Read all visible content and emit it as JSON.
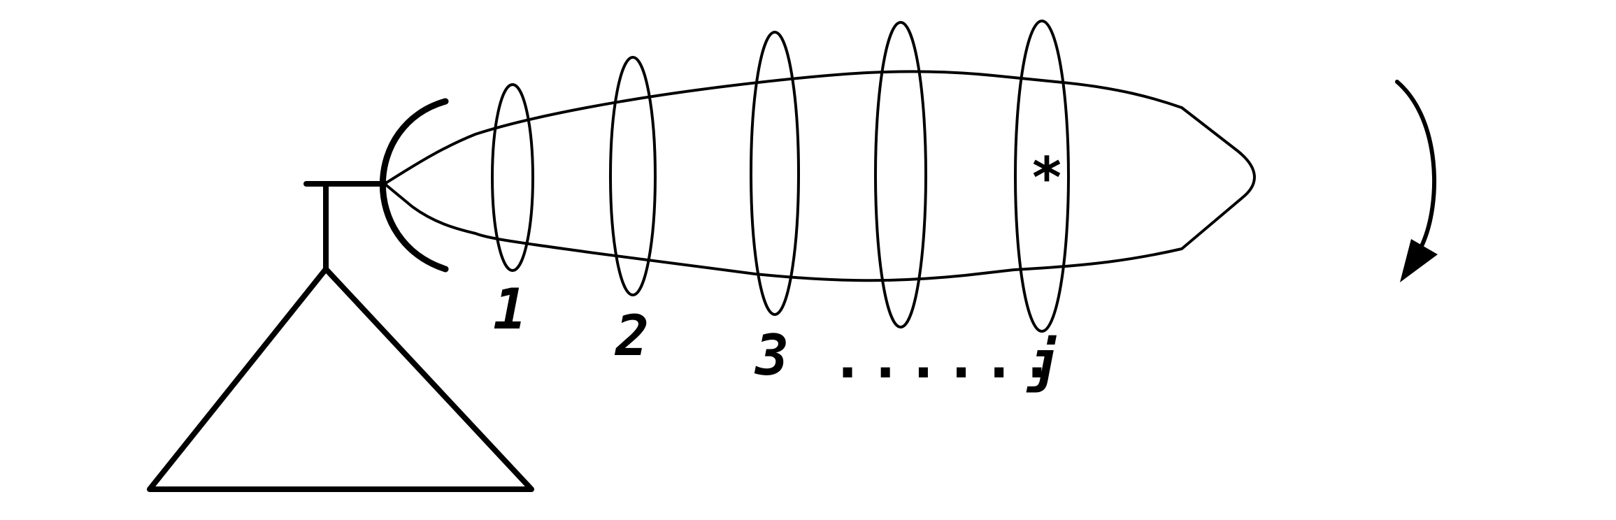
{
  "gates": [
    {
      "label": "1"
    },
    {
      "label": "2"
    },
    {
      "label": "3"
    },
    {
      "label": ""
    },
    {
      "label": "j"
    }
  ],
  "ellipsis": "......",
  "marker": "*",
  "colors": {
    "stroke": "#000000",
    "background": "#ffffff"
  },
  "icons": {
    "radar": "radar-antenna-icon",
    "rotation": "rotation-arrow-icon"
  }
}
